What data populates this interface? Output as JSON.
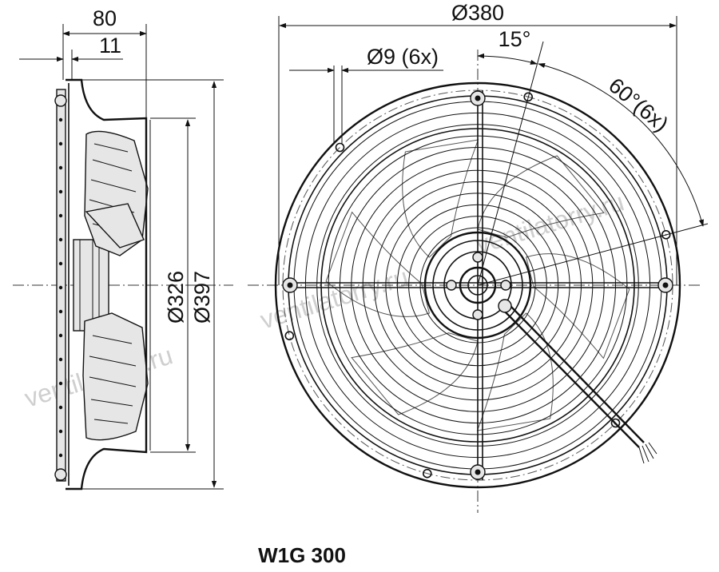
{
  "title": "W1G 300",
  "watermark": "ventilatorry.ru",
  "side_view": {
    "depth_dim": "80",
    "offset_dim": "11",
    "inner_diameter_dim": "Ø326",
    "outer_diameter_dim": "Ø397"
  },
  "front_view": {
    "bolt_circle_dim": "Ø380",
    "hole_dim": "Ø9 (6x)",
    "offset_angle_dim": "15°",
    "pitch_angle_dim": "60°(6x)",
    "blade_count": 6,
    "guard_rings": 12,
    "mounting_holes": 6
  },
  "colors": {
    "line": "#111111",
    "watermark": "#cfcfcf",
    "background": "#ffffff"
  }
}
